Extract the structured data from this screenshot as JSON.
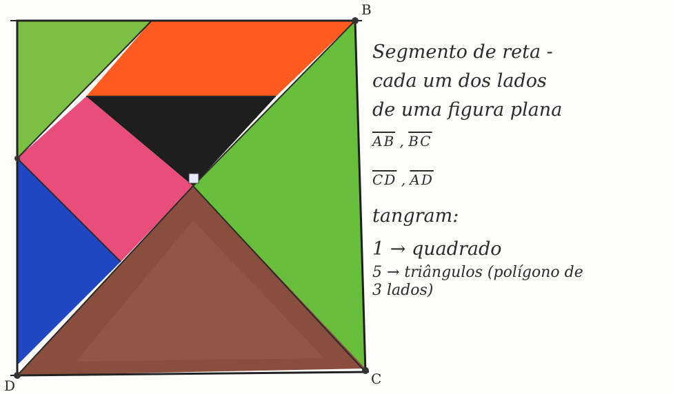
{
  "vertex_labels": {
    "B": "B",
    "C": "C",
    "D": "D"
  },
  "notes": {
    "line1": "Segmento de reta -",
    "line2": "cada um dos lados",
    "line3": "de uma figura plana",
    "segments": [
      {
        "a": "AB",
        "sep": " , ",
        "b": "BC"
      },
      {
        "a": "CD",
        "sep": " , ",
        "b": "AD"
      }
    ],
    "tangram_title": "tangram:",
    "item1": "1 → quadrado",
    "item2": "5 → triângulos (polígono de",
    "item2_cont": "3 lados)"
  },
  "colors": {
    "square_outline": "#1f1f1f",
    "top_left_triangle": "#7cc043",
    "parallelogram": "#ff5a1f",
    "black_triangle": "#1e1e1e",
    "pink_square": "#e94d7a",
    "blue_triangle": "#1f47c4",
    "right_green_triangle": "#67be3a",
    "brown_triangle": "#8a4e3f"
  }
}
